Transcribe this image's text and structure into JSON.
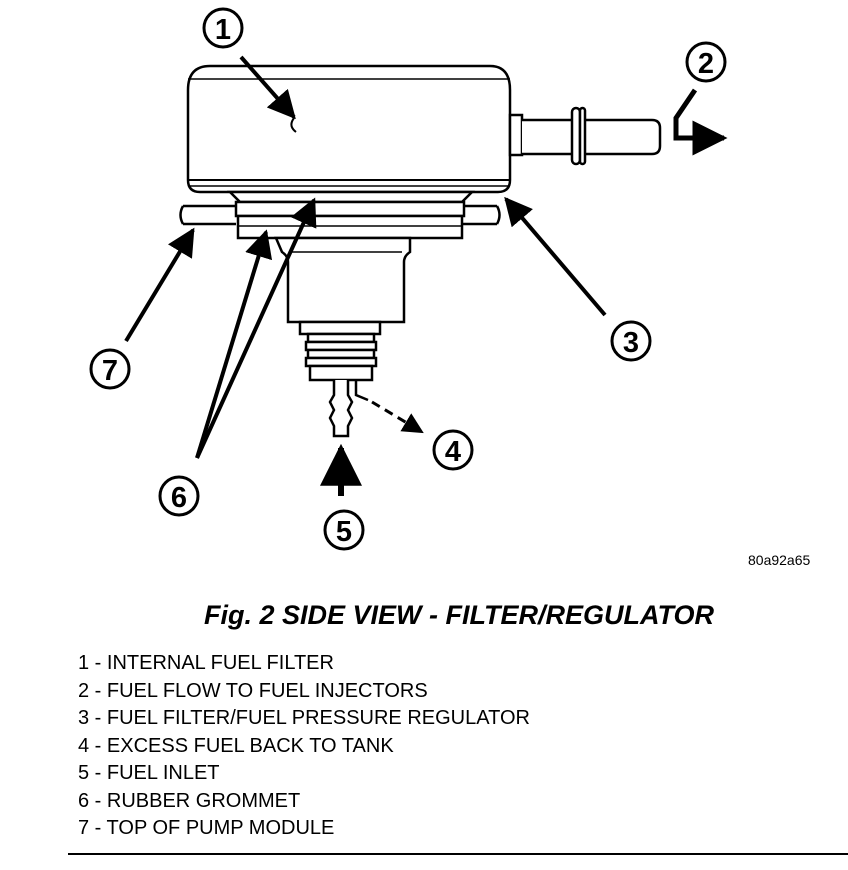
{
  "figure": {
    "drawing_code": "80a92a65",
    "caption": "Fig. 2 SIDE VIEW - FILTER/REGULATOR"
  },
  "callouts": [
    "1",
    "2",
    "3",
    "4",
    "5",
    "6",
    "7"
  ],
  "legend": [
    "1 - INTERNAL FUEL FILTER",
    "2 - FUEL FLOW TO FUEL INJECTORS",
    "3 - FUEL FILTER/FUEL PRESSURE REGULATOR",
    "4 - EXCESS FUEL BACK TO TANK",
    "5 - FUEL INLET",
    "6 - RUBBER GROMMET",
    "7 - TOP OF PUMP MODULE"
  ]
}
